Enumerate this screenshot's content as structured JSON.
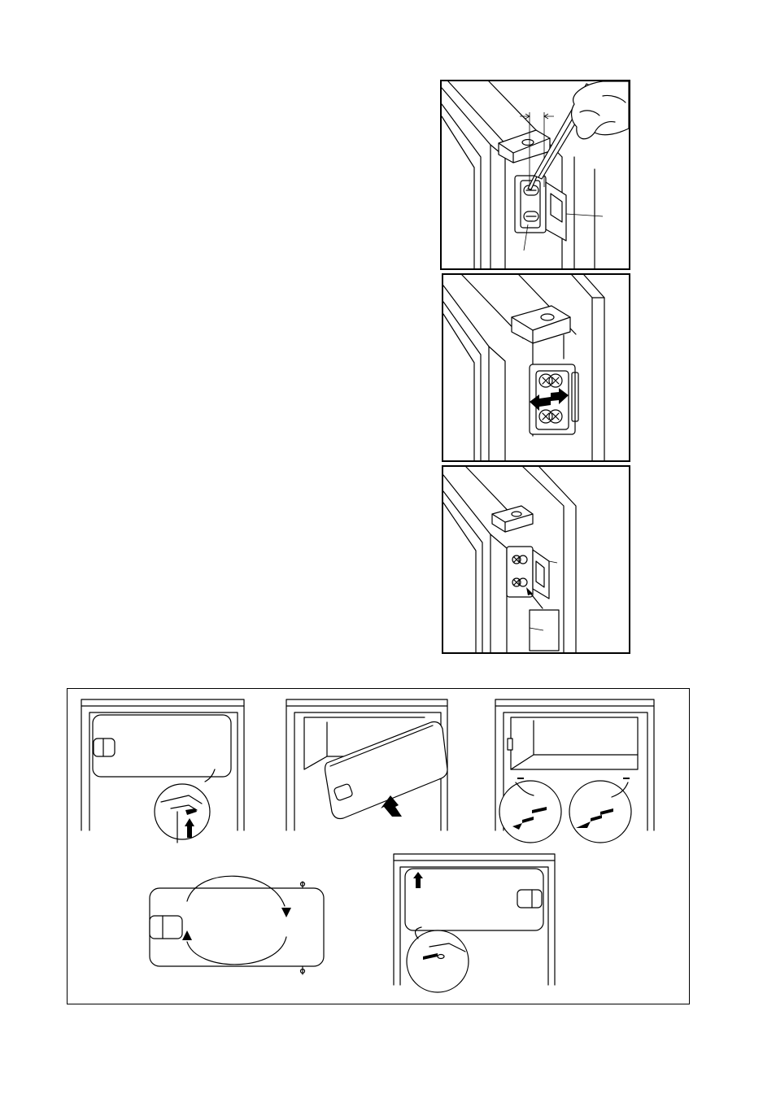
{
  "figures": {
    "fig1": {
      "icons": [
        "screwdriver-icon",
        "hand-icon",
        "hinge-plate",
        "spacer-cap"
      ]
    },
    "fig2": {
      "icons": [
        "double-arrow-icon",
        "hinge-plate"
      ]
    },
    "fig3": {
      "icons": [
        "hinge-plate",
        "cover-cap",
        "arrow-icon"
      ]
    },
    "step_strip": {
      "icons": [
        "door-removal-step",
        "door-tilt-step",
        "hinge-swap-step",
        "rotate-door-step",
        "refit-door-step"
      ],
      "colors": {
        "line": "#000000",
        "background": "#ffffff"
      }
    }
  }
}
